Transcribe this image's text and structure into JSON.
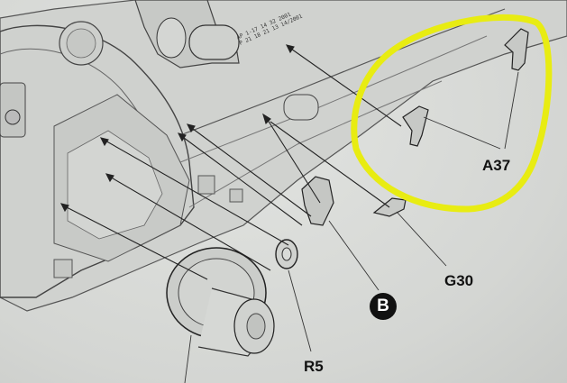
{
  "callouts": {
    "a37": "A37",
    "g30": "G30",
    "r5": "R5",
    "b": "B"
  },
  "stencil_text": [
    "AP 1-17 14 32 2001",
    "P 21 18 21 13 14/2001"
  ],
  "colors": {
    "paper": "#d9dbd8",
    "highlight": "#e8ec12",
    "ink": "#111111"
  }
}
